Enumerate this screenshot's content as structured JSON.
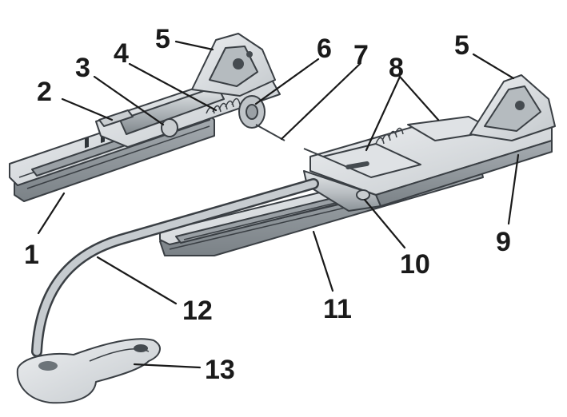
{
  "diagram": {
    "labels": [
      "1",
      "2",
      "3",
      "4",
      "5",
      "5",
      "6",
      "7",
      "8",
      "9",
      "10",
      "11",
      "12",
      "13"
    ]
  },
  "colors": {
    "metal_light": "#d6dadd",
    "metal_mid": "#aeb4b9",
    "metal_dark": "#7e858b",
    "outline": "#3a3f44",
    "label": "#1a1a1a"
  }
}
